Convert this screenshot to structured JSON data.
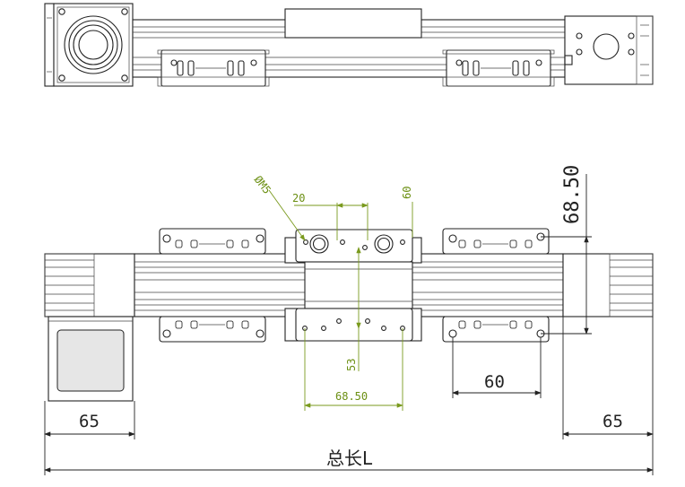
{
  "dimensions": {
    "hole_label": "ØM5",
    "spacing_20": "20",
    "spacing_60_small": "60",
    "height_68_50": "68.50",
    "carriage_height_53": "53",
    "carriage_width_68_50": "68.50",
    "bracket_spacing_60": "60",
    "end_left_65": "65",
    "end_right_65": "65",
    "total_length": "总长L"
  },
  "colors": {
    "line": "#222222",
    "dimension_green": "#7a9a1e",
    "fill_grey": "#e6e6e6"
  }
}
